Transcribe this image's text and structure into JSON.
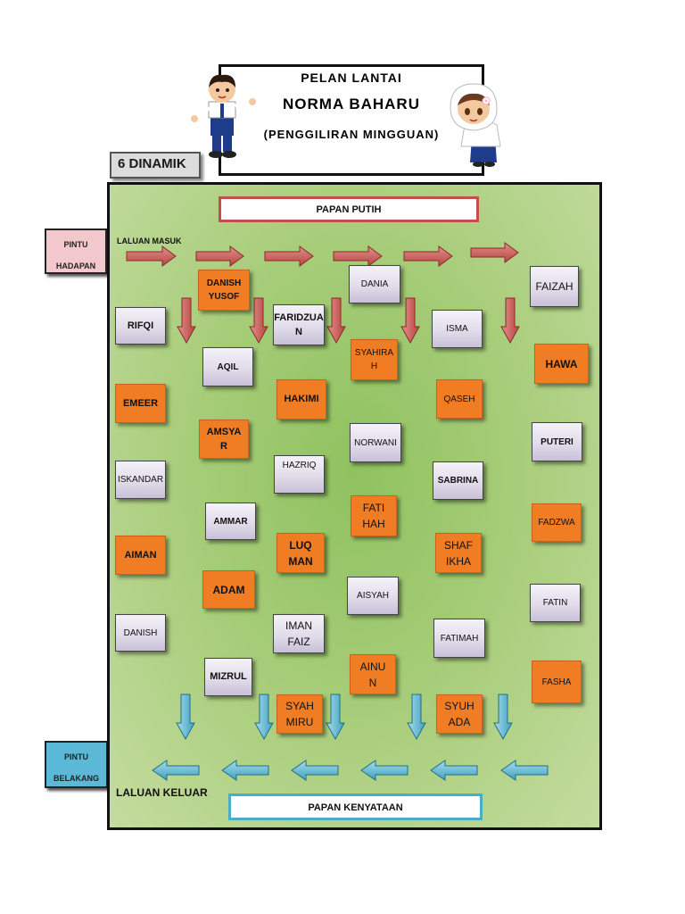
{
  "header": {
    "line1": "PELAN LANTAI",
    "line2": "NORMA BAHARU",
    "line3": "(PENGGILIRAN MINGGUAN)"
  },
  "class_label": "6 DINAMIK",
  "boards": {
    "top": "PAPAN PUTIH",
    "bottom": "PAPAN KENYATAAN"
  },
  "doors": {
    "front": {
      "line1": "PINTU",
      "line2": "HADAPAN"
    },
    "back": {
      "line1": "PINTU",
      "line2": "BELAKANG"
    }
  },
  "paths": {
    "entry": "LALUAN MASUK",
    "exit": "LALUAN KELUAR"
  },
  "seats": [
    {
      "id": "danish-yusof",
      "lines": [
        "DANISH",
        "YUSOF"
      ]
    },
    {
      "id": "dania",
      "lines": [
        "DANIA"
      ]
    },
    {
      "id": "faizah",
      "lines": [
        "FAIZAH"
      ]
    },
    {
      "id": "rifqi",
      "lines": [
        "RIFQI"
      ]
    },
    {
      "id": "faridzuan",
      "lines": [
        "FARIDZUA",
        "N"
      ]
    },
    {
      "id": "isma",
      "lines": [
        "ISMA"
      ]
    },
    {
      "id": "aqil",
      "lines": [
        "AQIL"
      ]
    },
    {
      "id": "syahirah",
      "lines": [
        "SYAHIRA",
        "H"
      ]
    },
    {
      "id": "hawa",
      "lines": [
        "HAWA"
      ]
    },
    {
      "id": "emeer",
      "lines": [
        "EMEER"
      ]
    },
    {
      "id": "hakimi",
      "lines": [
        "HAKIMI"
      ]
    },
    {
      "id": "qaseh",
      "lines": [
        "QASEH"
      ]
    },
    {
      "id": "amsyar",
      "lines": [
        "AMSYA",
        "R"
      ]
    },
    {
      "id": "norwani",
      "lines": [
        "NORWANI"
      ]
    },
    {
      "id": "puteri",
      "lines": [
        "PUTERI"
      ]
    },
    {
      "id": "iskandar",
      "lines": [
        "ISKANDAR"
      ]
    },
    {
      "id": "hazriq",
      "lines": [
        "HAZRIQ"
      ]
    },
    {
      "id": "sabrina",
      "lines": [
        "SABRINA"
      ]
    },
    {
      "id": "ammar",
      "lines": [
        "AMMAR"
      ]
    },
    {
      "id": "fatihah",
      "lines": [
        "FATI",
        "HAH"
      ]
    },
    {
      "id": "fadzwa",
      "lines": [
        "FADZWA"
      ]
    },
    {
      "id": "aiman",
      "lines": [
        "AIMAN"
      ]
    },
    {
      "id": "luqman",
      "lines": [
        "LUQ",
        "MAN"
      ]
    },
    {
      "id": "shafikha",
      "lines": [
        "SHAF",
        "IKHA"
      ]
    },
    {
      "id": "adam",
      "lines": [
        "ADAM"
      ]
    },
    {
      "id": "aisyah",
      "lines": [
        "AISYAH"
      ]
    },
    {
      "id": "fatin",
      "lines": [
        "FATIN"
      ]
    },
    {
      "id": "danish",
      "lines": [
        "DANISH"
      ]
    },
    {
      "id": "iman-faiz",
      "lines": [
        "IMAN",
        "FAIZ"
      ]
    },
    {
      "id": "fatimah",
      "lines": [
        "FATIMAH"
      ]
    },
    {
      "id": "mizrul",
      "lines": [
        "MIZRUL"
      ]
    },
    {
      "id": "ainun",
      "lines": [
        "AINU",
        "N"
      ]
    },
    {
      "id": "fasha",
      "lines": [
        "FASHA"
      ]
    },
    {
      "id": "syahmiru",
      "lines": [
        "SYAH",
        "MIRU"
      ]
    },
    {
      "id": "syuhada",
      "lines": [
        "SYUH",
        "ADA"
      ]
    }
  ],
  "colors": {
    "orange_seat": "#f07c23",
    "purple_seat": "#d9d2e6",
    "entry_arrow": "#c0504d",
    "exit_arrow": "#4bacc6",
    "room_bg": "#9bc46a",
    "front_door": "#f2c8cc",
    "back_door": "#5bb8d6"
  }
}
